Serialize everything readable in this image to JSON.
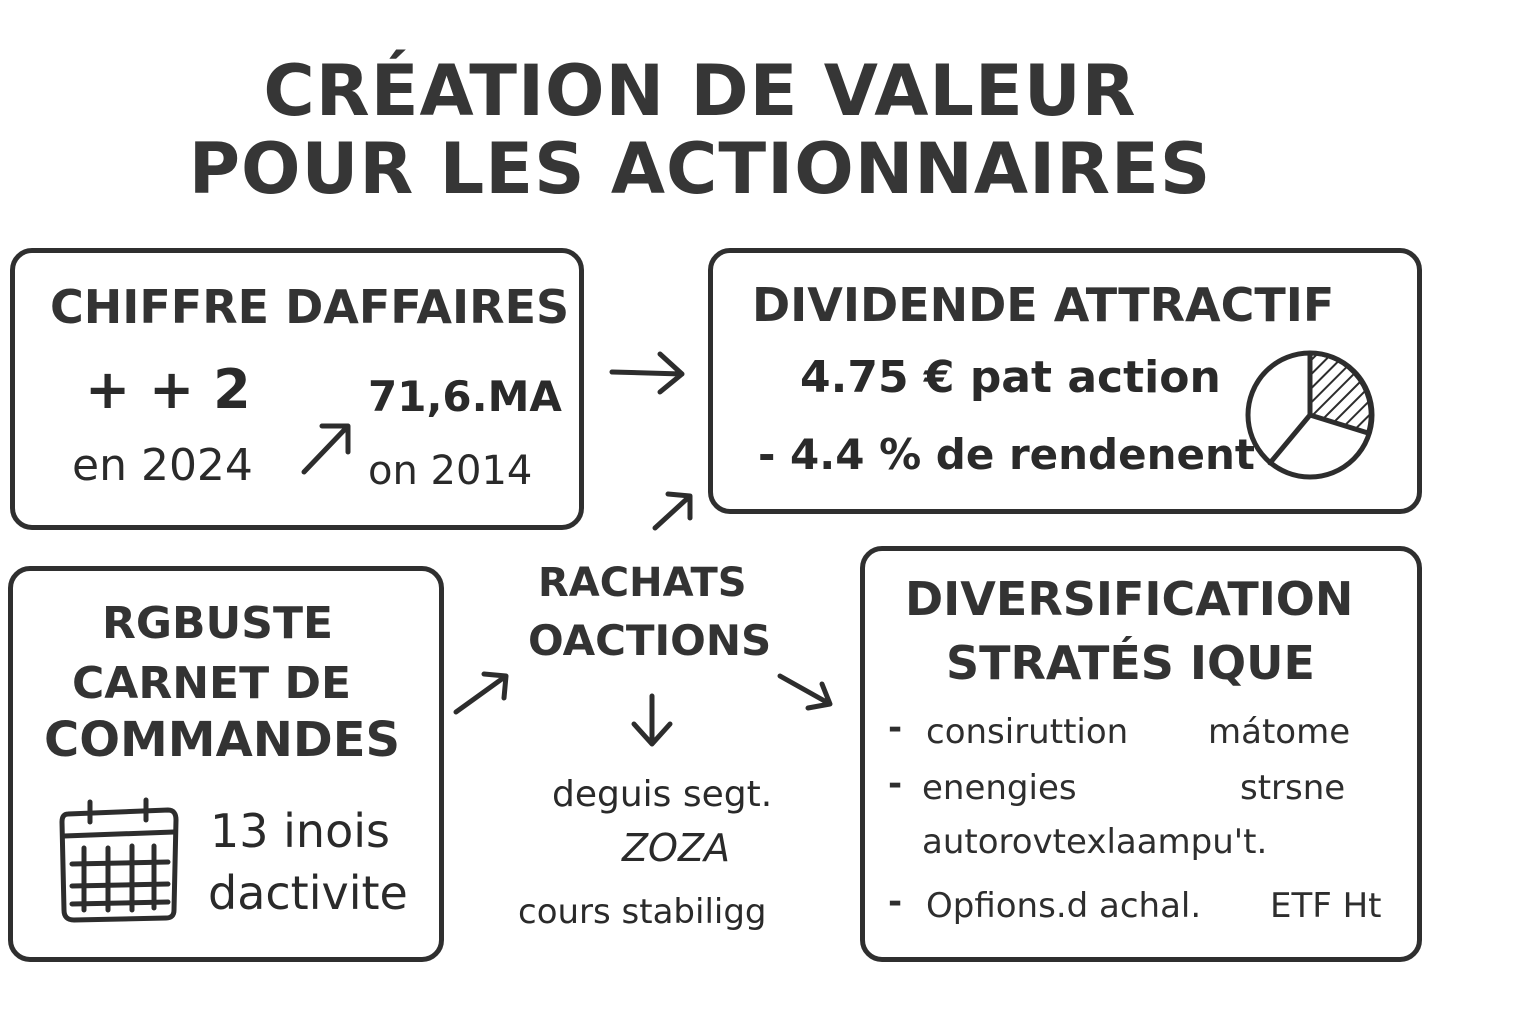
{
  "title": {
    "line1": "CRÉATION DE VALEUR",
    "line2": "POUR LES ACTIONNAIRES"
  },
  "revenue_box": {
    "heading": "CHIFFRE DAFFAIRES",
    "growth": "+ + 2",
    "growth_year": "en 2024",
    "amount": "71,6.MA",
    "amount_year": "on 2014"
  },
  "dividend_box": {
    "heading": "DIVIDENDE ATTRACTIF",
    "per_share": "4.75 € pat action",
    "yield": "- 4.4 % de rendenent",
    "icon": "pie-chart-icon"
  },
  "backlog_box": {
    "line1": "RGBUSTE",
    "line2": "CARNET DE",
    "line3": "COMMANDES",
    "duration": "13 inois",
    "duration_label": "dactivite",
    "icon": "calendar-icon"
  },
  "buyback": {
    "line1": "RACHATS",
    "line2": "OACTIONS",
    "detail1": "deguis segt.",
    "detail2": "ZOZA",
    "detail3": "cours stabiligg"
  },
  "diversification_box": {
    "line1": "DIVERSIFICATION",
    "line2": "STRATÉS IQUE",
    "items": [
      {
        "left": "consiruttion",
        "right": "mátome"
      },
      {
        "left": "enengies",
        "right": "strsne"
      },
      {
        "left": "autorovtexlaampu't.",
        "right": ""
      },
      {
        "left": "Opfions.d achal.",
        "right": "ETF Ht"
      }
    ]
  }
}
